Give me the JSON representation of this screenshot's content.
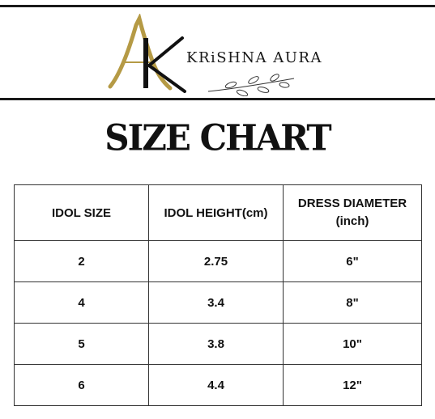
{
  "brand": {
    "monogram": "AK",
    "name": "KRiSHNA AURA"
  },
  "page": {
    "title": "SIZE CHART"
  },
  "table": {
    "headers": [
      "IDOL SIZE",
      "IDOL HEIGHT(cm)",
      "DRESS DIAMETER",
      "(inch)"
    ],
    "rows": [
      [
        "2",
        "2.75",
        "6\""
      ],
      [
        "4",
        "3.4",
        "8\""
      ],
      [
        "5",
        "3.8",
        "10\""
      ],
      [
        "6",
        "4.4",
        "12\""
      ]
    ]
  },
  "colors": {
    "gold": "#b59a45",
    "ink": "#111111",
    "border": "#333333"
  }
}
